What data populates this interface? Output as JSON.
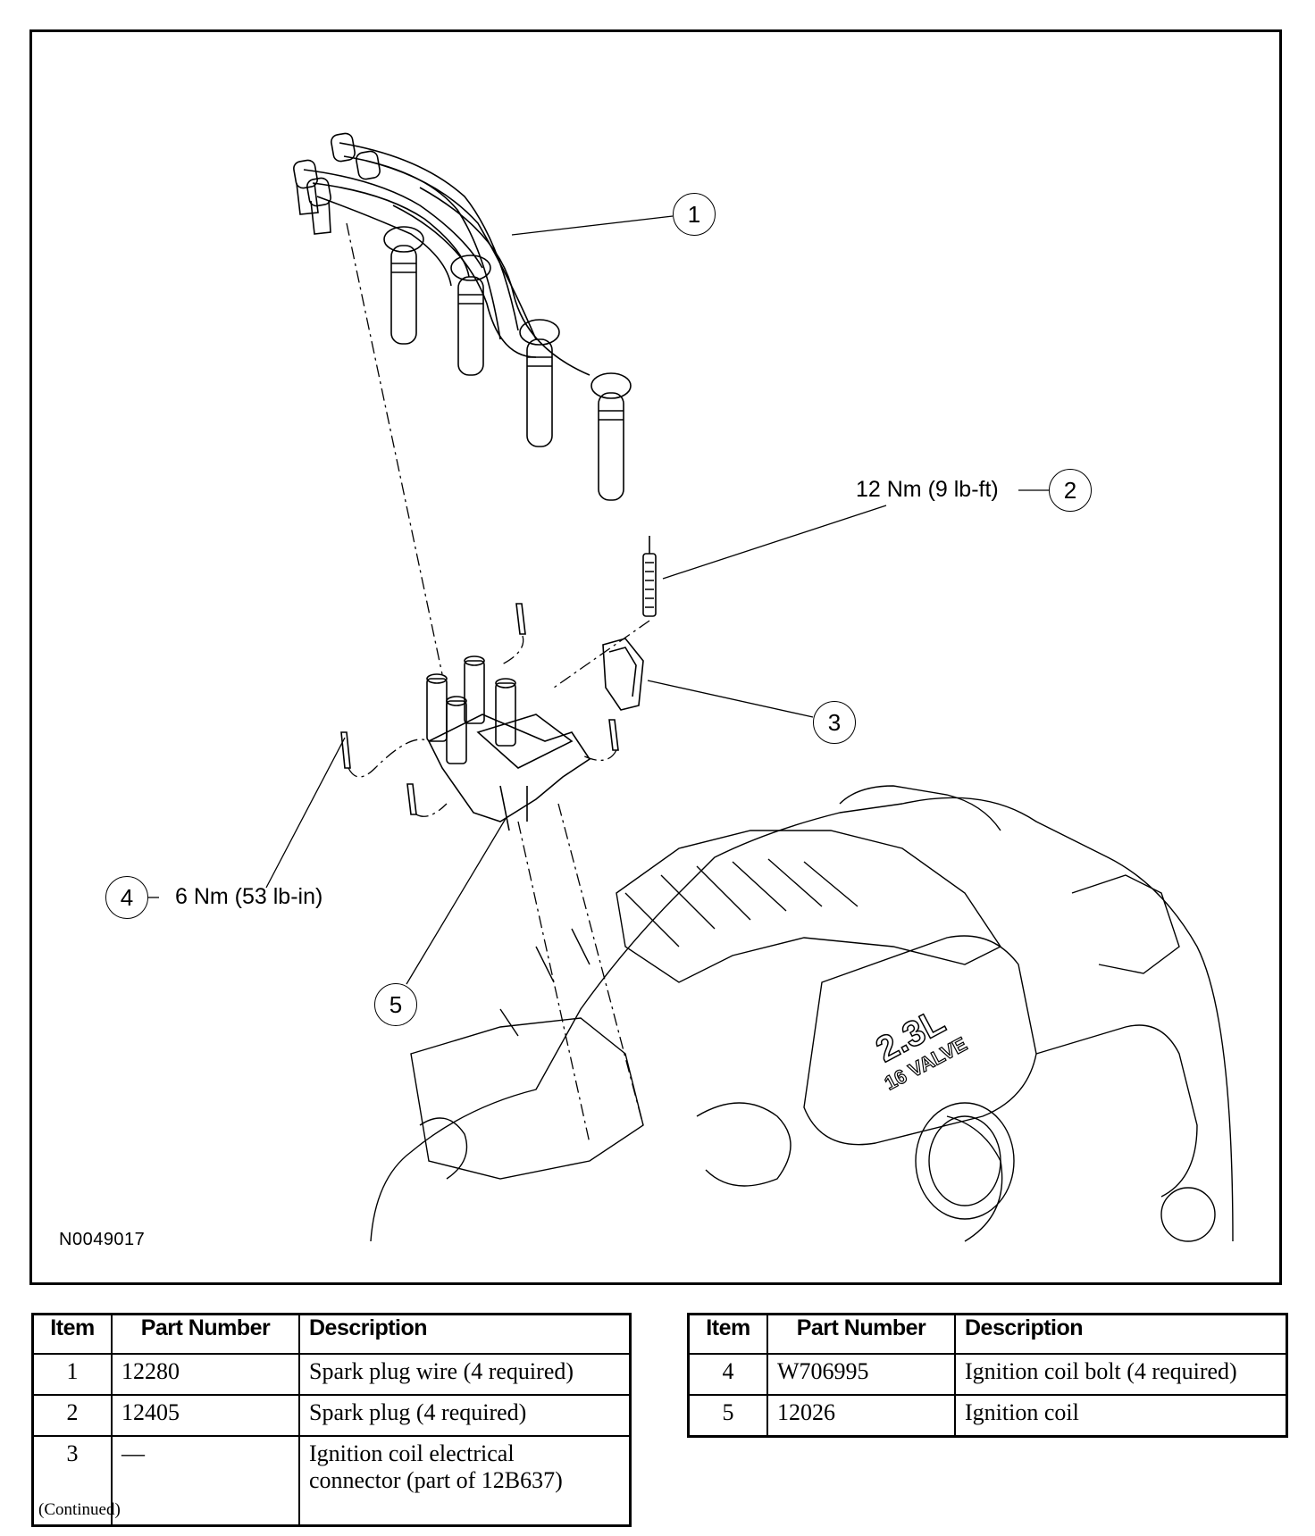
{
  "figure": {
    "id_label": "N0049017",
    "callouts": [
      {
        "number": "1",
        "text": ""
      },
      {
        "number": "2",
        "text": "12 Nm (9 lb-ft)"
      },
      {
        "number": "3",
        "text": ""
      },
      {
        "number": "4",
        "text": "6 Nm (53 lb-in)"
      },
      {
        "number": "5",
        "text": ""
      }
    ],
    "engine_badge": {
      "line1": "2.3L",
      "line2": "16 VALVE"
    }
  },
  "tables": [
    {
      "headers": [
        "Item",
        "Part Number",
        "Description"
      ],
      "rows": [
        {
          "item": "1",
          "part_number": "12280",
          "description": "Spark plug wire (4 required)"
        },
        {
          "item": "2",
          "part_number": "12405",
          "description": "Spark plug (4 required)"
        },
        {
          "item": "3",
          "part_number": "—",
          "description": "Ignition coil electrical connector (part of 12B637)"
        }
      ]
    },
    {
      "headers": [
        "Item",
        "Part Number",
        "Description"
      ],
      "rows": [
        {
          "item": "4",
          "part_number": "W706995",
          "description": "Ignition coil bolt (4 required)"
        },
        {
          "item": "5",
          "part_number": "12026",
          "description": "Ignition coil"
        }
      ]
    }
  ],
  "footer_note": "(Continued)"
}
